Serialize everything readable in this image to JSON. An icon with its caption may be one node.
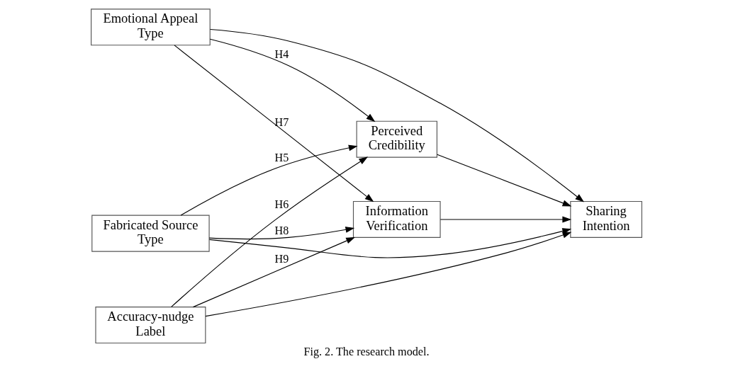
{
  "diagram": {
    "caption": "Fig. 2. The research model.",
    "nodes": [
      {
        "text": [
          "Emotional Appeal Type"
        ]
      },
      {
        "text": [
          "Fabricated Source Type"
        ]
      },
      {
        "text": [
          "Accuracy-nudge Label"
        ]
      },
      {
        "text": [
          "Perceived Credibility"
        ]
      },
      {
        "text": [
          "Information Verification"
        ]
      },
      {
        "text": [
          "Sharing Intention"
        ]
      }
    ],
    "edges": [
      {
        "from": 0,
        "to": 5,
        "arrow": "to"
      },
      {
        "from": 0,
        "to": 3,
        "arrow": "to",
        "label": "H4"
      },
      {
        "from": 1,
        "to": 3,
        "arrow": "to",
        "label": "H5"
      },
      {
        "from": 2,
        "to": 3,
        "arrow": "to",
        "label": "H6"
      },
      {
        "from": 0,
        "to": 4,
        "arrow": "to",
        "label": "H7"
      },
      {
        "from": 1,
        "to": 4,
        "arrow": "to",
        "label": "H8"
      },
      {
        "from": 2,
        "to": 4,
        "arrow": "to",
        "label": "H9"
      },
      {
        "from": 1,
        "to": 5,
        "arrow": "to"
      },
      {
        "from": 3,
        "to": 5,
        "arrow": "to"
      },
      {
        "from": 4,
        "to": 5,
        "arrow": "to"
      },
      {
        "from": 2,
        "to": 5,
        "arrow": "to"
      }
    ]
  }
}
